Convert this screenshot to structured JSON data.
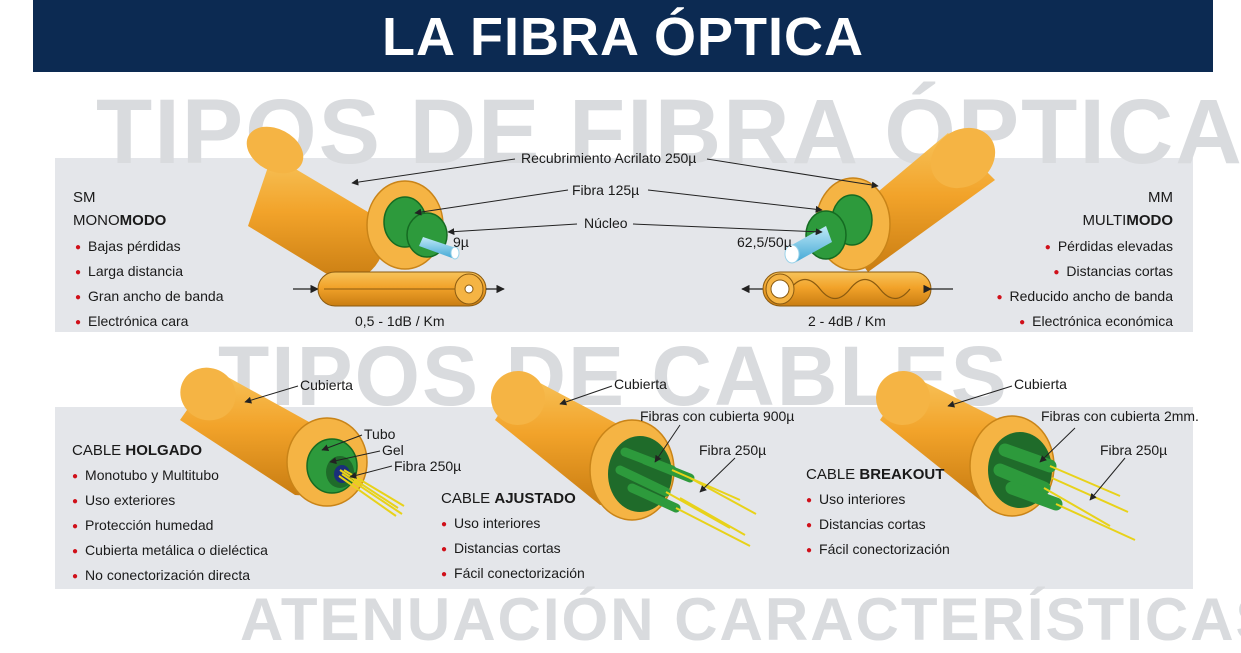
{
  "title": "LA FIBRA ÓPTICA",
  "watermarks": {
    "fiber_types": "TIPOS DE FIBRA ÓPTICA",
    "cable_types": "TIPOS DE CABLES",
    "bottom": "ATENUACIÓN CARACTERÍSTICAS"
  },
  "colors": {
    "banner": "#0c2a52",
    "panel": "#e4e6ea",
    "jacket": "#f2a32a",
    "fiber": "#2d9a3c",
    "bullet": "#d0101a"
  },
  "fiber_labels": {
    "coating": "Recubrimiento Acrilato 250µ",
    "fiber": "Fibra 125µ",
    "core": "Núcleo",
    "sm_core": "9µ",
    "mm_core": "62,5/50µ",
    "sm_atten": "0,5 - 1dB / Km",
    "mm_atten": "2 - 4dB / Km"
  },
  "singlemode": {
    "code": "SM",
    "name_prefix": "MONO",
    "name_bold": "MODO",
    "items": [
      "Bajas pérdidas",
      "Larga distancia",
      "Gran ancho de banda",
      "Electrónica cara"
    ]
  },
  "multimode": {
    "code": "MM",
    "name_prefix": "MULTI",
    "name_bold": "MODO",
    "items": [
      "Pérdidas elevadas",
      "Distancias cortas",
      "Reducido ancho de banda",
      "Electrónica económica"
    ]
  },
  "cables": {
    "loose": {
      "prefix": "CABLE ",
      "bold": "HOLGADO",
      "labels": {
        "cover": "Cubierta",
        "tube": "Tubo",
        "gel": "Gel",
        "fiber": "Fibra 250µ"
      },
      "items": [
        "Monotubo y Multitubo",
        "Uso exteriores",
        "Protección humedad",
        "Cubierta metálica o dieléctica",
        "No conectorización directa"
      ]
    },
    "tight": {
      "prefix": "CABLE ",
      "bold": "AJUSTADO",
      "labels": {
        "cover": "Cubierta",
        "fibers": "Fibras con cubierta 900µ",
        "fiber": "Fibra 250µ"
      },
      "items": [
        "Uso interiores",
        "Distancias cortas",
        "Fácil conectorización"
      ]
    },
    "breakout": {
      "prefix": "CABLE ",
      "bold": "BREAKOUT",
      "labels": {
        "cover": "Cubierta",
        "fibers": "Fibras con cubierta 2mm.",
        "fiber": "Fibra 250µ"
      },
      "items": [
        "Uso interiores",
        "Distancias cortas",
        "Fácil conectorización"
      ]
    }
  }
}
